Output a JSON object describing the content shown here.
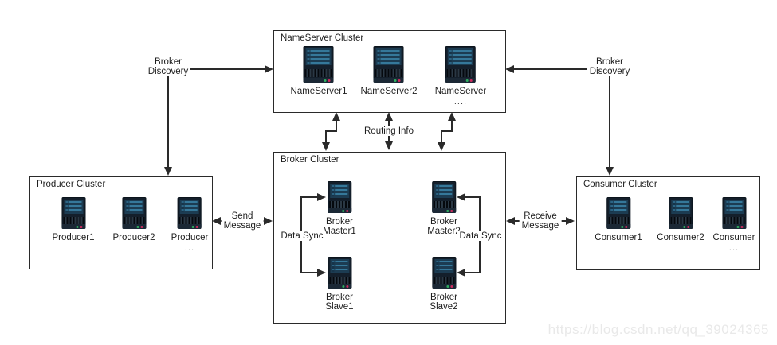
{
  "nameserver_cluster": {
    "title": "NameServer Cluster",
    "nodes": [
      "NameServer1",
      "NameServer2",
      "NameServer"
    ],
    "ellipsis": "...."
  },
  "broker_cluster": {
    "title": "Broker Cluster",
    "nodes": [
      {
        "line1": "Broker",
        "line2": "Master1"
      },
      {
        "line1": "Broker",
        "line2": "Master2"
      },
      {
        "line1": "Broker",
        "line2": "Slave1"
      },
      {
        "line1": "Broker",
        "line2": "Slave2"
      }
    ]
  },
  "producer_cluster": {
    "title": "Producer Cluster",
    "nodes": [
      "Producer1",
      "Producer2",
      "Producer"
    ],
    "ellipsis": "..."
  },
  "consumer_cluster": {
    "title": "Consumer Cluster",
    "nodes": [
      "Consumer1",
      "Consumer2",
      "Consumer"
    ],
    "ellipsis": "..."
  },
  "edges": {
    "broker_discovery": {
      "line1": "Broker",
      "line2": "Discovery"
    },
    "routing_info": "Routing Info",
    "send_message": {
      "line1": "Send",
      "line2": "Message"
    },
    "receive_message": {
      "line1": "Receive",
      "line2": "Message"
    },
    "data_sync": "Data Sync"
  },
  "watermark": "https://blog.csdn.net/qq_39024365",
  "colors": {
    "line": "#2a2a2a",
    "server_body": "#141f2b",
    "server_screen_stripe": "#35789a",
    "led_green": "#2fae60",
    "led_red": "#cf2a5e",
    "watermark": "#e9e9e9"
  }
}
